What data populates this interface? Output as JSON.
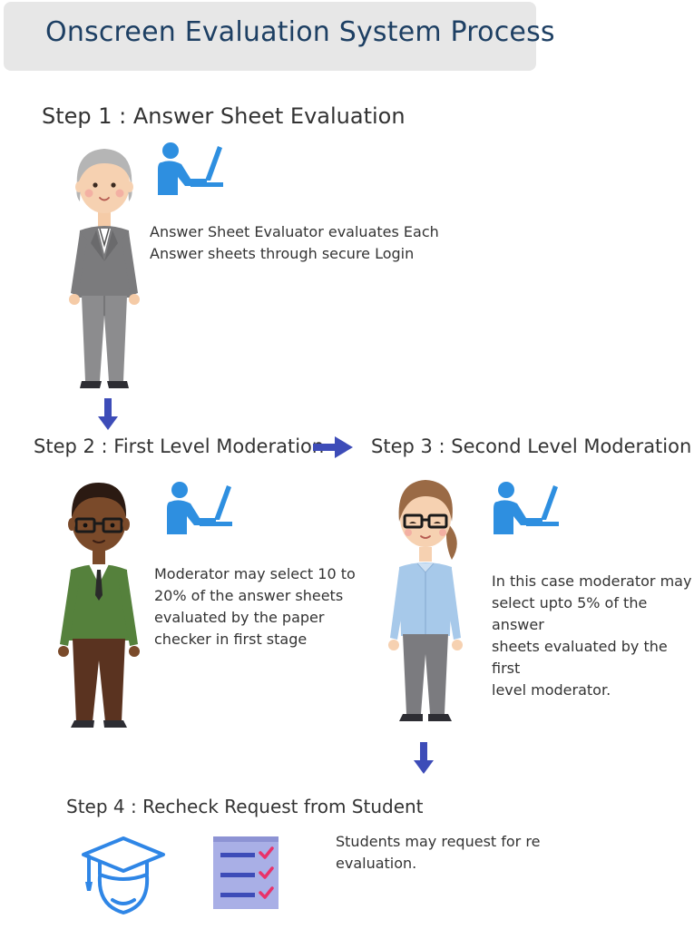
{
  "header": {
    "title": "Onscreen Evaluation System Process"
  },
  "steps": [
    {
      "title": "Step 1 : Answer Sheet Evaluation",
      "description_lines": [
        "Answer Sheet Evaluator evaluates Each",
        "Answer sheets through secure Login"
      ]
    },
    {
      "title": "Step 2 : First Level Moderation",
      "description_lines": [
        "Moderator may select 10 to",
        "20% of the answer sheets",
        "evaluated by the paper",
        "checker in first stage"
      ]
    },
    {
      "title": "Step 3 : Second Level Moderation",
      "description_lines": [
        "In this case moderator may",
        "select upto 5% of the answer",
        "sheets evaluated by the first",
        "level moderator."
      ]
    },
    {
      "title": "Step 4 : Recheck Request from Student",
      "description_lines": [
        "Students may request for re",
        "evaluation."
      ]
    }
  ],
  "colors": {
    "title_box": "#e7e7e7",
    "title_text": "#1d3f63",
    "icon_blue": "#2e8fe0",
    "arrow": "#3d4cb8",
    "graduate_icon": "#2f86e6",
    "checklist_bg": "#a9afe6",
    "check_mark": "#e8336a"
  },
  "icons": [
    "evaluator-person",
    "computer-user-icon",
    "moderator-man",
    "moderator-woman",
    "graduate-student-icon",
    "checklist-icon",
    "arrow-down",
    "arrow-right"
  ]
}
